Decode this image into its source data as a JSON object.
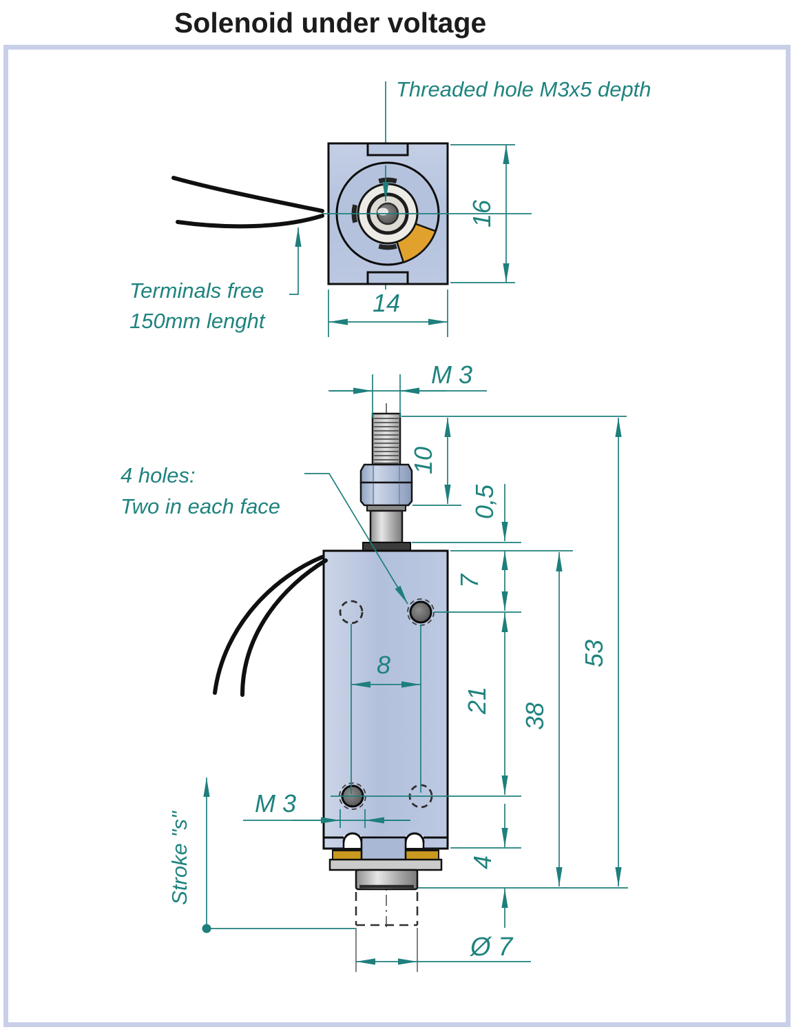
{
  "title": "Solenoid under voltage",
  "colors": {
    "dimension_accent": "#1e7f7c",
    "body_fill": "#b8c5df",
    "coil_sector_orange": "#e1a22d",
    "coil_band_yellow": "#c9991f",
    "frame_border": "#c9cfe9"
  },
  "top_view": {
    "threaded_hole_note": "Threaded hole M3x5 depth",
    "terminals_note_line1": "Terminals free",
    "terminals_note_line2": "150mm lenght",
    "dim_height": "16",
    "dim_width": "14"
  },
  "side_view": {
    "holes_note_line1": "4 holes:",
    "holes_note_line2": "Two in each face",
    "dim_thread_top": "M 3",
    "dim_stud_length": "10",
    "dim_plate_thickness": "0,5",
    "dim_top_to_hole": "7",
    "dim_hole_spacing_horizontal": "8",
    "dim_hole_spacing_vertical": "21",
    "dim_body_height": "38",
    "dim_overall_height": "53",
    "dim_thread_bottom": "M 3",
    "dim_plunger_protrusion": "4",
    "dim_plunger_diameter": "Ø 7",
    "stroke_note": "Stroke \"s\""
  }
}
